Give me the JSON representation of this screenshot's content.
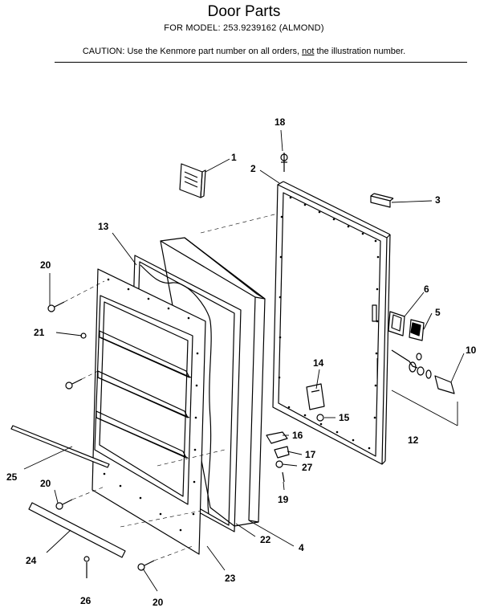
{
  "header": {
    "title": "Door Parts",
    "subtitle": "FOR MODEL: 253.9239162  (ALMOND)",
    "caution_prefix": "CAUTION:  Use the Kenmore part number on all orders, ",
    "caution_not": "not",
    "caution_suffix": " the illustration number."
  },
  "callouts": [
    {
      "id": "c1",
      "label": "1"
    },
    {
      "id": "c2",
      "label": "2"
    },
    {
      "id": "c3",
      "label": "3"
    },
    {
      "id": "c4",
      "label": "4"
    },
    {
      "id": "c5",
      "label": "5"
    },
    {
      "id": "c6",
      "label": "6"
    },
    {
      "id": "c10",
      "label": "10"
    },
    {
      "id": "c12",
      "label": "12"
    },
    {
      "id": "c13",
      "label": "13"
    },
    {
      "id": "c14",
      "label": "14"
    },
    {
      "id": "c15",
      "label": "15"
    },
    {
      "id": "c16",
      "label": "16"
    },
    {
      "id": "c17",
      "label": "17"
    },
    {
      "id": "c18",
      "label": "18"
    },
    {
      "id": "c19",
      "label": "19"
    },
    {
      "id": "c20a",
      "label": "20"
    },
    {
      "id": "c20b",
      "label": "20"
    },
    {
      "id": "c20c",
      "label": "20"
    },
    {
      "id": "c21",
      "label": "21"
    },
    {
      "id": "c22",
      "label": "22"
    },
    {
      "id": "c23",
      "label": "23"
    },
    {
      "id": "c24",
      "label": "24"
    },
    {
      "id": "c25",
      "label": "25"
    },
    {
      "id": "c26",
      "label": "26"
    },
    {
      "id": "c27",
      "label": "27"
    }
  ]
}
